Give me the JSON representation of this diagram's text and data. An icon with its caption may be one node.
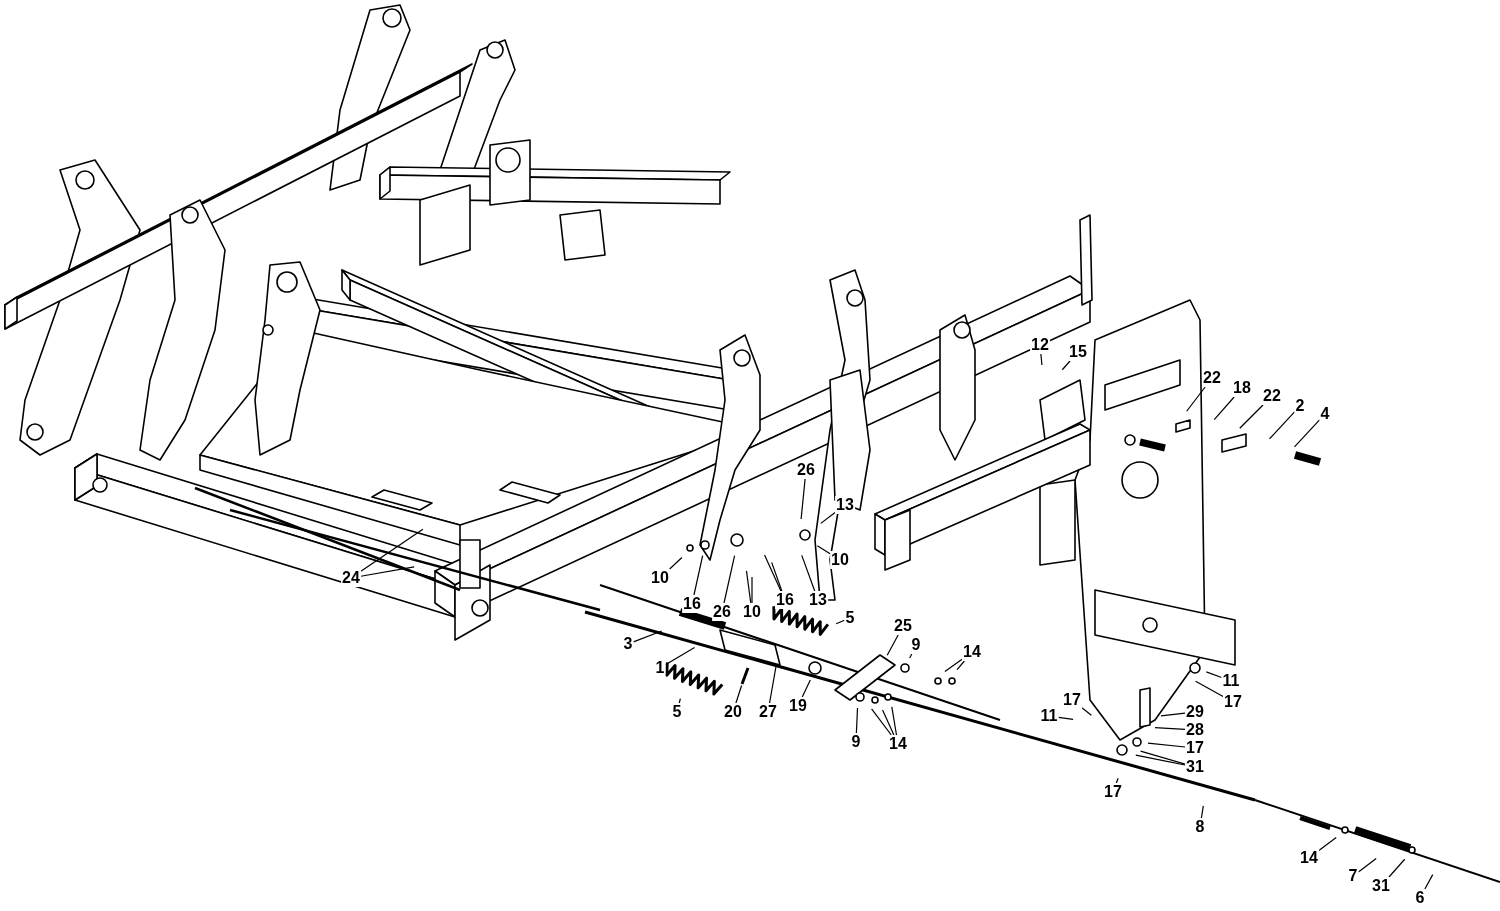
{
  "diagram": {
    "nodes": [
      {
        "text": [
          "12"
        ]
      },
      {
        "text": [
          "15"
        ]
      },
      {
        "text": [
          "22"
        ]
      },
      {
        "text": [
          "18"
        ]
      },
      {
        "text": [
          "22"
        ]
      },
      {
        "text": [
          "2"
        ]
      },
      {
        "text": [
          "4"
        ]
      },
      {
        "text": [
          "26"
        ]
      },
      {
        "text": [
          "13"
        ]
      },
      {
        "text": [
          "10"
        ]
      },
      {
        "text": [
          "13"
        ]
      },
      {
        "text": [
          "16"
        ]
      },
      {
        "text": [
          "10"
        ]
      },
      {
        "text": [
          "26"
        ]
      },
      {
        "text": [
          "16"
        ]
      },
      {
        "text": [
          "10"
        ]
      },
      {
        "text": [
          "24"
        ]
      },
      {
        "text": [
          "5"
        ]
      },
      {
        "text": [
          "3"
        ]
      },
      {
        "text": [
          "1"
        ]
      },
      {
        "text": [
          "25"
        ]
      },
      {
        "text": [
          "9"
        ]
      },
      {
        "text": [
          "14"
        ]
      },
      {
        "text": [
          "5"
        ]
      },
      {
        "text": [
          "20"
        ]
      },
      {
        "text": [
          "27"
        ]
      },
      {
        "text": [
          "19"
        ]
      },
      {
        "text": [
          "9"
        ]
      },
      {
        "text": [
          "14"
        ]
      },
      {
        "text": [
          "11"
        ]
      },
      {
        "text": [
          "17"
        ]
      },
      {
        "text": [
          "17"
        ]
      },
      {
        "text": [
          "11"
        ]
      },
      {
        "text": [
          "29"
        ]
      },
      {
        "text": [
          "28"
        ]
      },
      {
        "text": [
          "17"
        ]
      },
      {
        "text": [
          "31"
        ]
      },
      {
        "text": [
          "17"
        ]
      },
      {
        "text": [
          "8"
        ]
      },
      {
        "text": [
          "14"
        ]
      },
      {
        "text": [
          "7"
        ]
      },
      {
        "text": [
          "31"
        ]
      },
      {
        "text": [
          "6"
        ]
      }
    ],
    "edges": [
      {
        "from": 0,
        "to": null,
        "arrow": "none"
      },
      {
        "from": 1,
        "to": null,
        "arrow": "none"
      },
      {
        "from": 2,
        "to": null,
        "arrow": "none"
      },
      {
        "from": 3,
        "to": null,
        "arrow": "none"
      },
      {
        "from": 4,
        "to": null,
        "arrow": "none"
      },
      {
        "from": 5,
        "to": null,
        "arrow": "none"
      },
      {
        "from": 6,
        "to": null,
        "arrow": "none"
      },
      {
        "from": 7,
        "to": null,
        "arrow": "none"
      },
      {
        "from": 8,
        "to": null,
        "arrow": "none"
      },
      {
        "from": 9,
        "to": null,
        "arrow": "none"
      },
      {
        "from": 10,
        "to": null,
        "arrow": "none"
      },
      {
        "from": 11,
        "to": null,
        "arrow": "none"
      },
      {
        "from": 11,
        "to": null,
        "arrow": "none"
      },
      {
        "from": 12,
        "to": null,
        "arrow": "none"
      },
      {
        "from": 12,
        "to": null,
        "arrow": "none"
      },
      {
        "from": 13,
        "to": null,
        "arrow": "none"
      },
      {
        "from": 14,
        "to": null,
        "arrow": "none"
      },
      {
        "from": 15,
        "to": null,
        "arrow": "none"
      },
      {
        "from": 16,
        "to": null,
        "arrow": "none"
      },
      {
        "from": 16,
        "to": null,
        "arrow": "none"
      },
      {
        "from": 17,
        "to": null,
        "arrow": "none"
      },
      {
        "from": 18,
        "to": null,
        "arrow": "none"
      },
      {
        "from": 19,
        "to": null,
        "arrow": "none"
      },
      {
        "from": 20,
        "to": null,
        "arrow": "none"
      },
      {
        "from": 21,
        "to": null,
        "arrow": "none"
      },
      {
        "from": 22,
        "to": null,
        "arrow": "none"
      },
      {
        "from": 22,
        "to": null,
        "arrow": "none"
      },
      {
        "from": 23,
        "to": null,
        "arrow": "none"
      },
      {
        "from": 24,
        "to": null,
        "arrow": "none"
      },
      {
        "from": 25,
        "to": null,
        "arrow": "none"
      },
      {
        "from": 26,
        "to": null,
        "arrow": "none"
      },
      {
        "from": 27,
        "to": null,
        "arrow": "none"
      },
      {
        "from": 28,
        "to": null,
        "arrow": "none"
      },
      {
        "from": 28,
        "to": null,
        "arrow": "none"
      },
      {
        "from": 28,
        "to": null,
        "arrow": "none"
      },
      {
        "from": 29,
        "to": null,
        "arrow": "none"
      },
      {
        "from": 30,
        "to": null,
        "arrow": "none"
      },
      {
        "from": 31,
        "to": null,
        "arrow": "none"
      },
      {
        "from": 32,
        "to": null,
        "arrow": "none"
      },
      {
        "from": 33,
        "to": null,
        "arrow": "none"
      },
      {
        "from": 34,
        "to": null,
        "arrow": "none"
      },
      {
        "from": 35,
        "to": null,
        "arrow": "none"
      },
      {
        "from": 36,
        "to": null,
        "arrow": "none"
      },
      {
        "from": 36,
        "to": null,
        "arrow": "none"
      },
      {
        "from": 37,
        "to": null,
        "arrow": "none"
      },
      {
        "from": 38,
        "to": null,
        "arrow": "none"
      },
      {
        "from": 39,
        "to": null,
        "arrow": "none"
      },
      {
        "from": 40,
        "to": null,
        "arrow": "none"
      },
      {
        "from": 41,
        "to": null,
        "arrow": "none"
      },
      {
        "from": 42,
        "to": null,
        "arrow": "none"
      }
    ]
  }
}
